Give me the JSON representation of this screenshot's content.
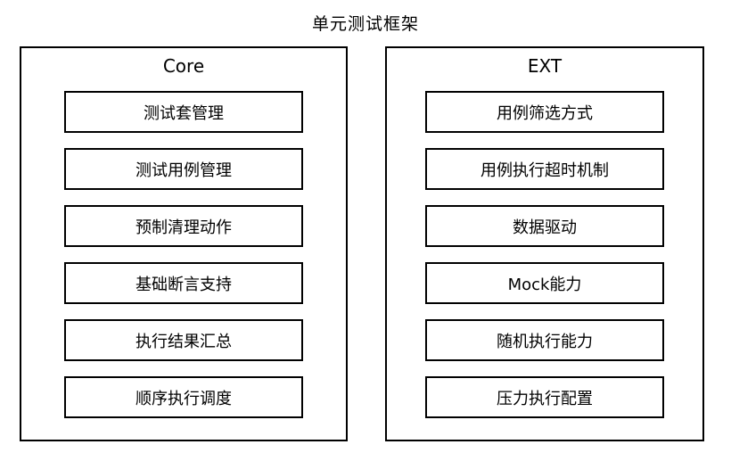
{
  "title": "单元测试框架",
  "colors": {
    "border": "#000000",
    "background": "#ffffff",
    "text": "#000000"
  },
  "columns": [
    {
      "header": "Core",
      "items": [
        "测试套管理",
        "测试用例管理",
        "预制清理动作",
        "基础断言支持",
        "执行结果汇总",
        "顺序执行调度"
      ]
    },
    {
      "header": "EXT",
      "items": [
        "用例筛选方式",
        "用例执行超时机制",
        "数据驱动",
        "Mock能力",
        "随机执行能力",
        "压力执行配置"
      ]
    }
  ]
}
